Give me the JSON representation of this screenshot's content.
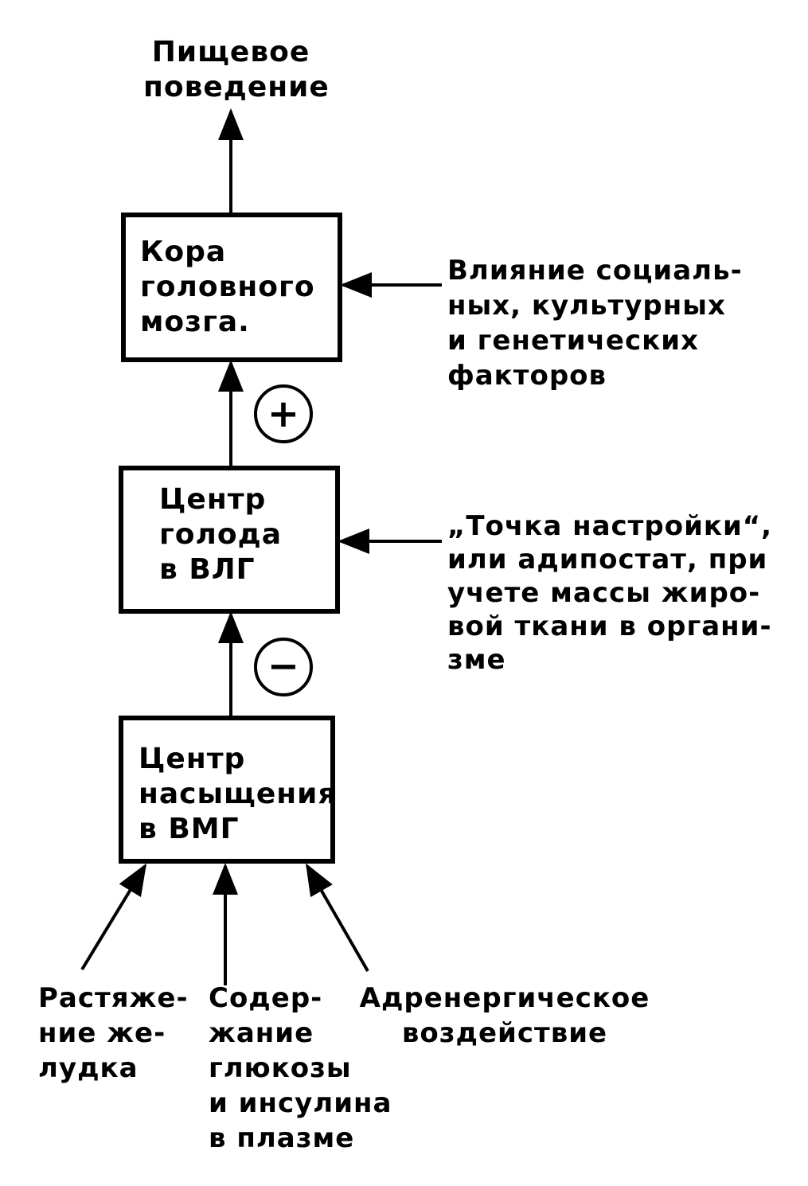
{
  "diagram": {
    "output": {
      "lines": [
        "Пищевое",
        "поведение"
      ]
    },
    "boxes": {
      "cortex": {
        "lines": [
          "Кора",
          "головного",
          "мозга."
        ]
      },
      "hunger": {
        "lines": [
          "Центр",
          "голода",
          "в ВЛГ"
        ]
      },
      "satiety": {
        "lines": [
          "Центр",
          "насыщения",
          "в ВМГ"
        ]
      }
    },
    "signs": {
      "plus": "+",
      "minus": "−"
    },
    "side_inputs": {
      "social": {
        "lines": [
          "Влияние социаль-",
          "ных, культурных",
          "и генетических",
          "факторов"
        ]
      },
      "setpoint": {
        "lines": [
          "„Точка настройки“,",
          "или адипостат, при",
          "учете массы жиро-",
          "вой ткани в органи-",
          "зме"
        ]
      }
    },
    "bottom_inputs": {
      "stretch": {
        "lines": [
          "Растяже-",
          "ние же-",
          "лудка"
        ]
      },
      "glucose": {
        "lines": [
          "Содер-",
          "жание",
          "глюкозы",
          "и инсулина",
          "в плазме"
        ]
      },
      "adrenergic": {
        "lines": [
          "Адренергическое",
          "воздействие"
        ]
      }
    },
    "colors": {
      "ink": "#000000",
      "paper": "#ffffff"
    }
  }
}
